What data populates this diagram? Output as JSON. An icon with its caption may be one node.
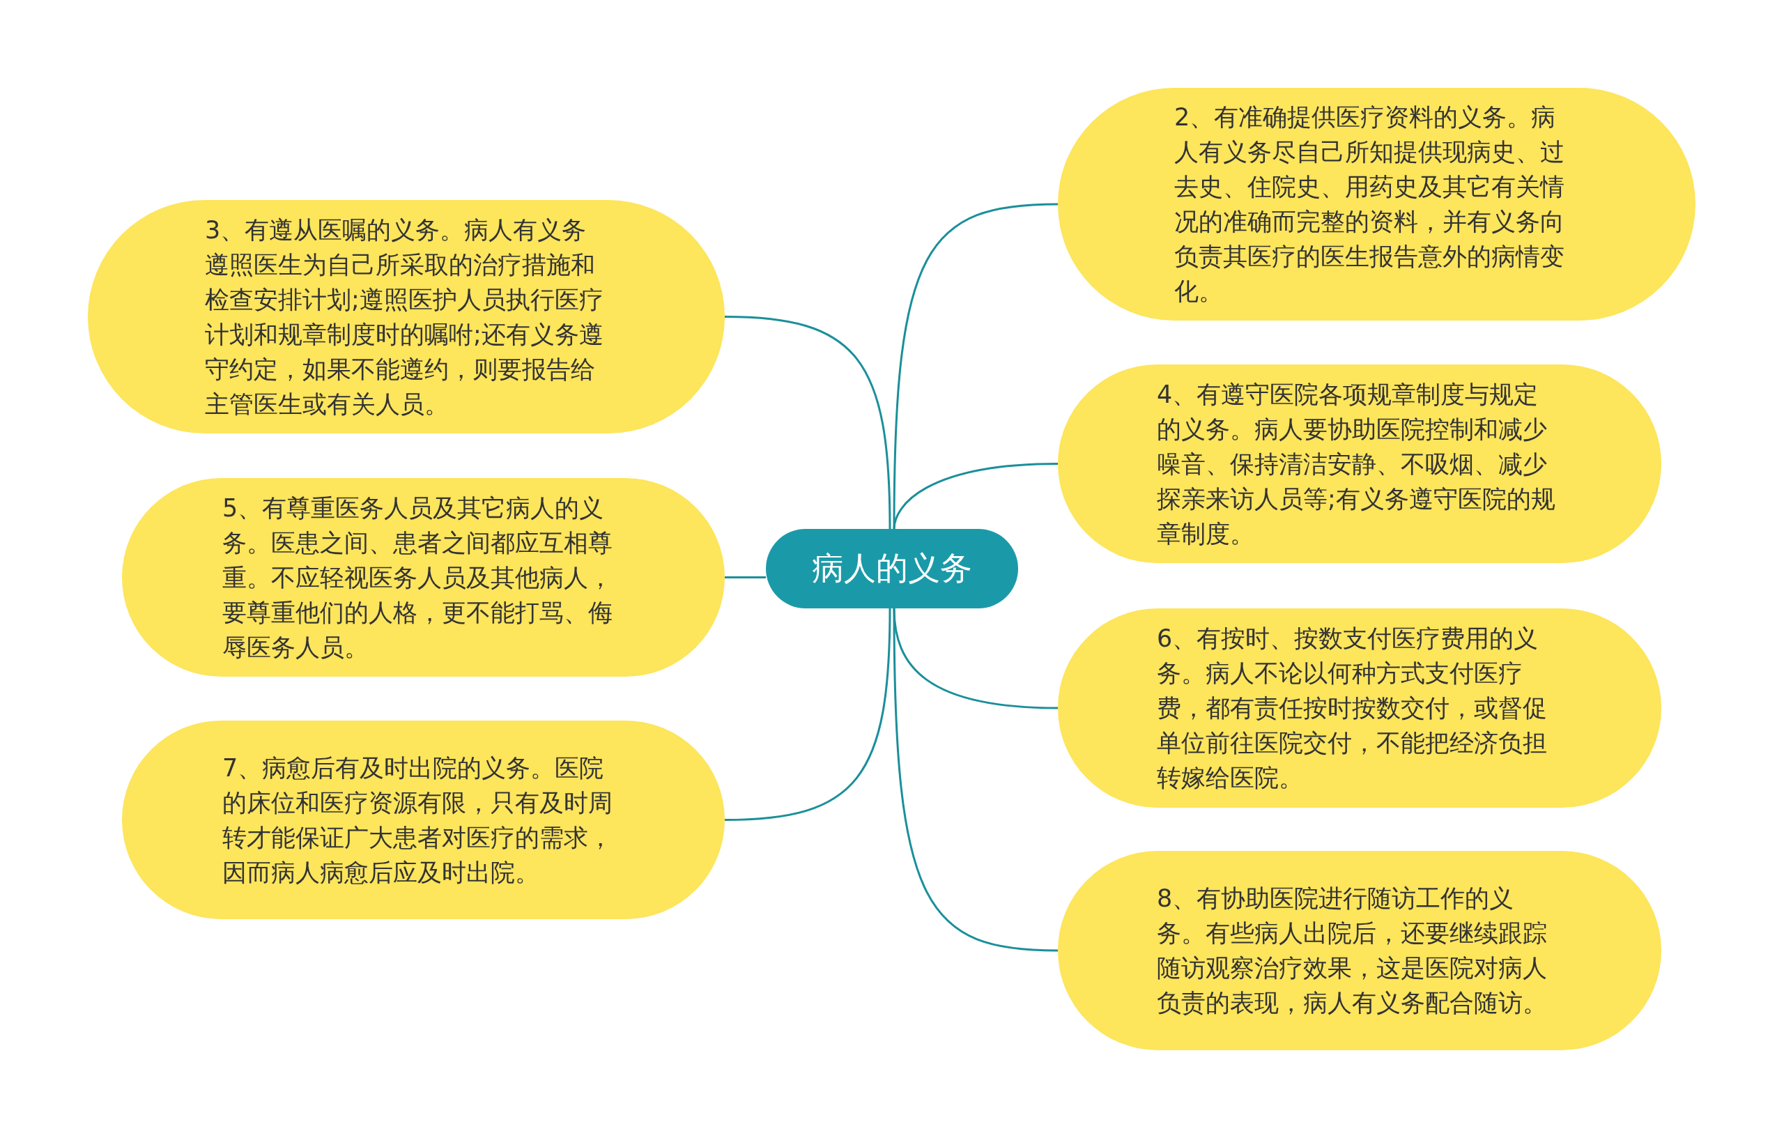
{
  "diagram": {
    "nodes": [
      {
        "text": [
          "病人的义务"
        ]
      },
      {
        "text": [
          "2、有准确提供医疗资料的义务。病人有义务尽自己所知提供现病史、过去史、住院史、用药史及其它有关情况的准确而完整的资料，并有义务向负责其医疗的医生报告意外的病情变化。"
        ]
      },
      {
        "text": [
          "3、有遵从医嘱的义务。病人有义务遵照医生为自己所采取的治疗措施和检查安排计划;遵照医护人员执行医疗计划和规章制度时的嘱咐;还有义务遵守约定，如果不能遵约，则要报告给主管医生或有关人员。"
        ]
      },
      {
        "text": [
          "4、有遵守医院各项规章制度与规定的义务。病人要协助医院控制和减少噪音、保持清洁安静、不吸烟、减少探亲来访人员等;有义务遵守医院的规章制度。"
        ]
      },
      {
        "text": [
          "5、有尊重医务人员及其它病人的义务。医患之间、患者之间都应互相尊重。不应轻视医务人员及其他病人，要尊重他们的人格，更不能打骂、侮辱医务人员。"
        ]
      },
      {
        "text": [
          "6、有按时、按数支付医疗费用的义务。病人不论以何种方式支付医疗费，都有责任按时按数交付，或督促单位前往医院交付，不能把经济负担转嫁给医院。"
        ]
      },
      {
        "text": [
          "7、病愈后有及时出院的义务。医院的床位和医疗资源有限，只有及时周转才能保证广大患者对医疗的需求，因而病人病愈后应及时出院。"
        ]
      },
      {
        "text": [
          "8、有协助医院进行随访工作的义务。有些病人出院后，还要继续跟踪随访观察治疗效果，这是医院对病人负责的表现，病人有义务配合随访。"
        ]
      }
    ],
    "edges": [
      {
        "from": 0,
        "to": 1,
        "arrow": "none"
      },
      {
        "from": 0,
        "to": 2,
        "arrow": "none"
      },
      {
        "from": 0,
        "to": 3,
        "arrow": "none"
      },
      {
        "from": 0,
        "to": 4,
        "arrow": "none"
      },
      {
        "from": 0,
        "to": 5,
        "arrow": "none"
      },
      {
        "from": 0,
        "to": 6,
        "arrow": "none"
      },
      {
        "from": 0,
        "to": 7,
        "arrow": "none"
      }
    ]
  }
}
